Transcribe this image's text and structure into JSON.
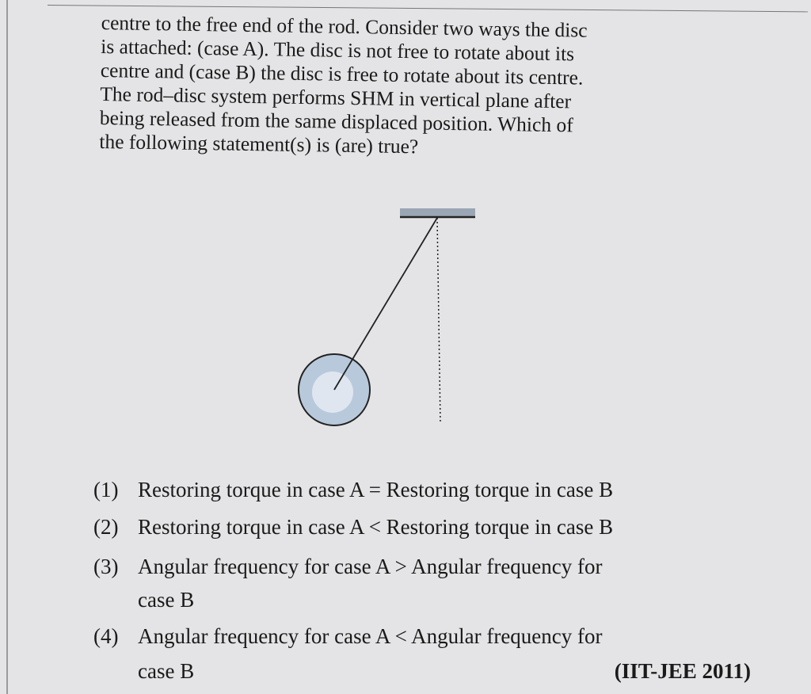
{
  "question_lines": [
    "centre to the free end of the rod. Consider two ways the disc",
    "is attached: (case A). The disc is not free to rotate about its",
    "centre and (case B) the disc is free to rotate about its centre.",
    "The rod–disc system performs SHM in vertical plane after",
    "being released from the same displaced position. Which of",
    "the following statement(s) is (are) true?"
  ],
  "options": [
    {
      "num": "(1)",
      "text": "Restoring torque in case A = Restoring torque in case B"
    },
    {
      "num": "(2)",
      "text": "Restoring torque in case A < Restoring torque in case B"
    },
    {
      "num": "(3)",
      "text": "Angular frequency for case A > Angular frequency for",
      "cont": "case B"
    },
    {
      "num": "(4)",
      "text": "Angular frequency for case A < Angular frequency for",
      "cont": "case B"
    }
  ],
  "source": "(IIT-JEE 2011)"
}
